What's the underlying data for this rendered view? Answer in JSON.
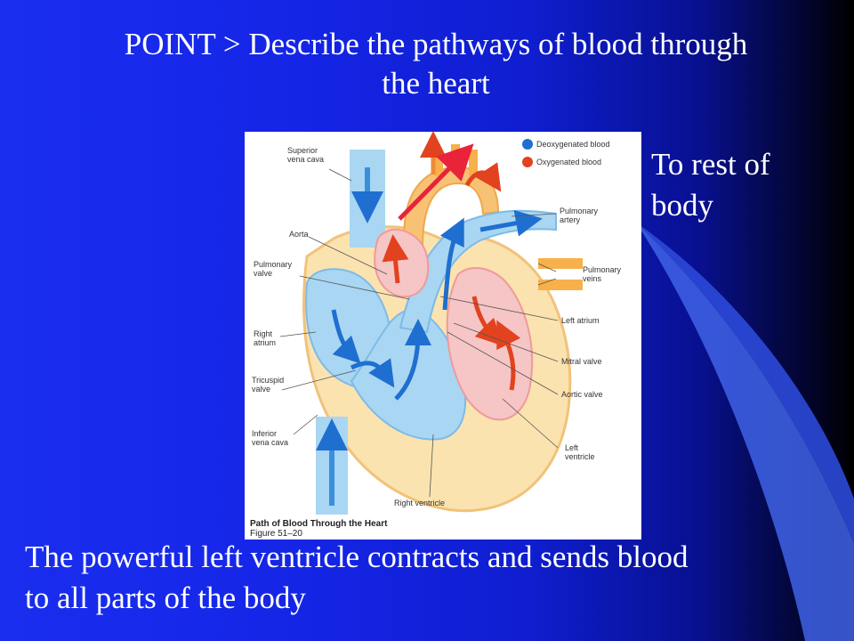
{
  "slide": {
    "title_line1": "POINT > Describe the pathways of blood through",
    "title_line2": "the heart",
    "side_label_line1": "To rest of",
    "side_label_line2": "body",
    "bottom_line1": "The powerful left ventricle contracts and sends blood",
    "bottom_line2": "to all parts of the body"
  },
  "figure": {
    "legend": {
      "deoxygenated": "Deoxygenated blood",
      "oxygenated": "Oxygenated blood"
    },
    "labels": {
      "superior_vena_cava_1": "Superior",
      "superior_vena_cava_2": "vena cava",
      "aorta": "Aorta",
      "pulmonary_valve_1": "Pulmonary",
      "pulmonary_valve_2": "valve",
      "right_atrium_1": "Right",
      "right_atrium_2": "atrium",
      "tricuspid_valve_1": "Tricuspid",
      "tricuspid_valve_2": "valve",
      "inferior_vena_cava_1": "Inferior",
      "inferior_vena_cava_2": "vena cava",
      "pulmonary_artery_1": "Pulmonary",
      "pulmonary_artery_2": "artery",
      "pulmonary_veins_1": "Pulmonary",
      "pulmonary_veins_2": "veins",
      "left_atrium": "Left atrium",
      "mitral_valve": "Mitral valve",
      "aortic_valve": "Aortic valve",
      "left_ventricle_1": "Left",
      "left_ventricle_2": "ventricle",
      "right_ventricle": "Right ventricle"
    },
    "caption_line1": "Path of Blood Through the Heart",
    "caption_line2": "Figure 51–20"
  },
  "colors": {
    "deoxygenated": "#6fb8e8",
    "oxygenated": "#ef5a3a",
    "arrow_red": "#e8233a"
  }
}
